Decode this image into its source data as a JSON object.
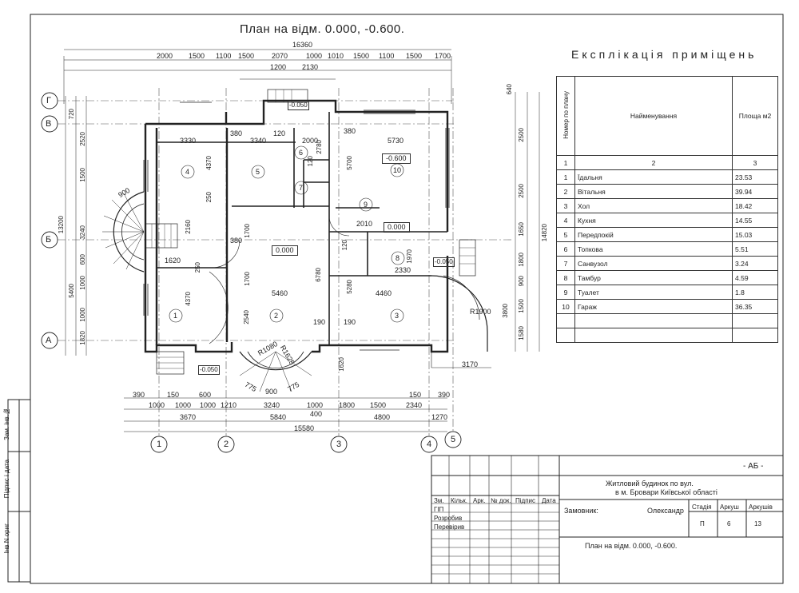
{
  "drawing": {
    "title": "План на відм. 0.000, -0.600.",
    "axes_letters": [
      "Г",
      "В",
      "Б",
      "А"
    ],
    "axes_numbers": [
      "1",
      "2",
      "3",
      "4",
      "5"
    ],
    "top_dims_total": "16360",
    "top_dims": [
      "2000",
      "1500",
      "1100",
      "1500",
      "2070",
      "1000",
      "1010",
      "1500",
      "1100",
      "1500",
      "1700"
    ],
    "top_dims_2": [
      "1200",
      "2130"
    ],
    "bottom_total": "15580",
    "bottom_dims": [
      "3670",
      "5840",
      "4800",
      "1270"
    ],
    "bottom_dims_2": [
      "1000",
      "1000",
      "1000",
      "1210",
      "3240",
      "1000",
      "1800",
      "1500",
      "2340"
    ],
    "bottom_dims_3": [
      "390",
      "150",
      "600",
      "400",
      "150",
      "390"
    ],
    "left_dims": [
      "720",
      "2520",
      "1500",
      "3240",
      "600",
      "5400",
      "1000",
      "1000",
      "1820"
    ],
    "left_total": "13200",
    "right_total": "14820",
    "right_dims": [
      "640",
      "2500",
      "2500",
      "1650",
      "1800",
      "900",
      "1500",
      "1580"
    ],
    "room_numbers": [
      "1",
      "2",
      "3",
      "4",
      "5",
      "6",
      "7",
      "8",
      "9",
      "10"
    ],
    "room_dims": [
      "3330",
      "3340",
      "5730",
      "4370",
      "4370",
      "5460",
      "4460",
      "5700",
      "6780",
      "5280",
      "2540",
      "2010",
      "2330",
      "1620",
      "380",
      "380",
      "380",
      "120",
      "120",
      "120",
      "2000",
      "2780",
      "1700",
      "1700",
      "250",
      "250",
      "2160",
      "190",
      "190",
      "1970",
      "1620",
      "3170",
      "3800",
      "R1900",
      "R1080",
      "R1625",
      "900",
      "775",
      "775",
      "900"
    ],
    "levels": [
      "-0.050",
      "0.000",
      "-0.600",
      "0.000",
      "-0.050",
      "-0.050"
    ]
  },
  "explication": {
    "title": "Експлікація   приміщень",
    "headers": [
      "Номер по плану",
      "Найменування",
      "Площа м2"
    ],
    "header_nums": [
      "1",
      "2",
      "3"
    ],
    "rows": [
      {
        "n": "1",
        "name": "Їдальня",
        "area": "23.53"
      },
      {
        "n": "2",
        "name": "Вітальня",
        "area": "39.94"
      },
      {
        "n": "3",
        "name": "Хол",
        "area": "18.42"
      },
      {
        "n": "4",
        "name": "Кухня",
        "area": "14.55"
      },
      {
        "n": "5",
        "name": "Передпокій",
        "area": "15.03"
      },
      {
        "n": "6",
        "name": "Топкова",
        "area": "5.51"
      },
      {
        "n": "7",
        "name": "Санвузол",
        "area": "3.24"
      },
      {
        "n": "8",
        "name": "Тамбур",
        "area": "4.59"
      },
      {
        "n": "9",
        "name": "Туалет",
        "area": "1.8"
      },
      {
        "n": "10",
        "name": "Гараж",
        "area": "36.35"
      }
    ]
  },
  "side_stamp": [
    "Зам. інв.№",
    "Підпис і дата",
    "Інв N ориг"
  ],
  "title_block": {
    "code": "- АБ -",
    "project": "Житловий будинок по вул.",
    "location": "в м. Бровари Київської області",
    "cols": [
      "Зм.",
      "Кільк.",
      "Арк.",
      "№ док.",
      "Підпис",
      "Дата"
    ],
    "roles": [
      "ГІП",
      "Розробив",
      "Перевірив"
    ],
    "customer_label": "Замовник:",
    "customer": "Олександр",
    "stage_label": "Стадія",
    "sheet_label": "Аркуш",
    "sheets_label": "Аркушів",
    "stage": "П",
    "sheet": "6",
    "sheets": "13",
    "sheet_title": "План на відм. 0.000, -0.600."
  }
}
